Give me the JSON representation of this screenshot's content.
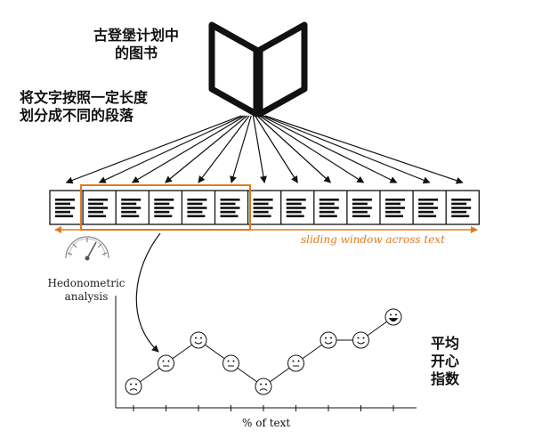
{
  "book_title": [
    "古登堡计划中",
    "的图书"
  ],
  "split_description": [
    "将文字按照一定长度",
    "划分成不同的段落"
  ],
  "sliding_window_label": "sliding window across text",
  "hedonometric_label": [
    "Hedonometric",
    "analysis"
  ],
  "x_axis_label": "% of text",
  "y_axis_label": [
    "平均",
    "开心",
    "指数"
  ],
  "colors": {
    "accent": "#e07b1e",
    "ink": "#111111"
  },
  "chart_data": {
    "type": "line",
    "xlabel": "% of text",
    "ylabel": "平均开心指数",
    "series": [
      {
        "values": [
          1,
          2,
          3,
          2,
          1,
          2,
          3,
          3,
          4
        ],
        "faces": [
          "sad",
          "neutral",
          "happy",
          "neutral",
          "sad",
          "neutral",
          "happy",
          "happy",
          "very-happy"
        ]
      }
    ]
  }
}
